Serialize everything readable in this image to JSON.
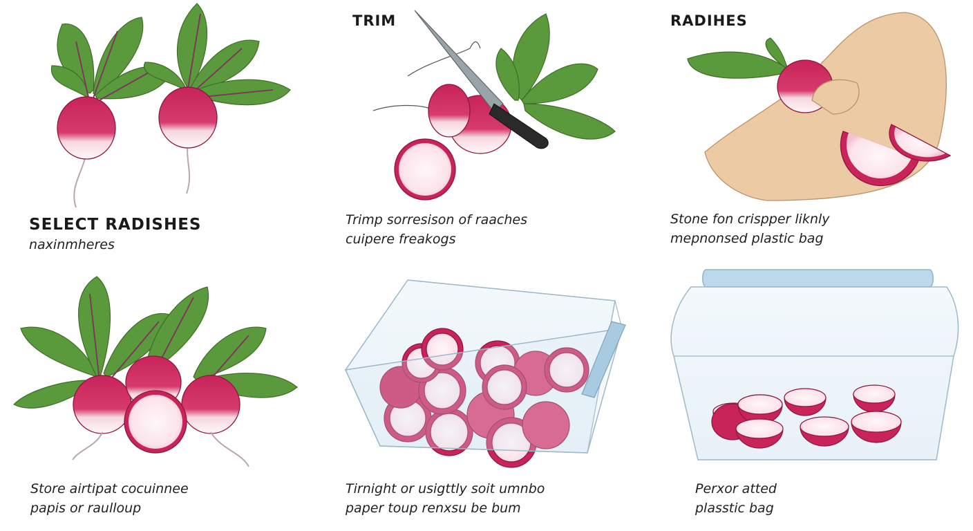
{
  "panels": [
    {
      "title": "SELECT RADISHES",
      "caption": [
        "naxinmheres"
      ]
    },
    {
      "title": "TRIM",
      "caption": [
        "Trimp sorresison of raaches",
        "cuipere freakogs"
      ]
    },
    {
      "title": "RADIHES",
      "caption": [
        "Stone fon crispper liknly",
        "mepnonsed plastic bag"
      ]
    },
    {
      "title": "",
      "caption": [
        "Store airtipat cocuinnee",
        "papis or raulloup"
      ]
    },
    {
      "title": "",
      "caption": [
        "Tirnight or usigttly soit umnbo",
        "paper toup renxsu be bum"
      ]
    },
    {
      "title": "",
      "caption": [
        "Perxor atted",
        "plasstic bag"
      ]
    }
  ],
  "colors": {
    "radish_red": "#c8245a",
    "radish_white": "#fbe9ee",
    "leaf_green": "#5b9a3c",
    "hand_skin": "#eccaa4",
    "container_blue": "#bcd8ea",
    "knife_blade": "#9aa3a8",
    "knife_handle": "#2a2a2a"
  },
  "icons": [
    "radish-bunch-icon",
    "knife-icon",
    "hand-icon",
    "container-icon"
  ]
}
